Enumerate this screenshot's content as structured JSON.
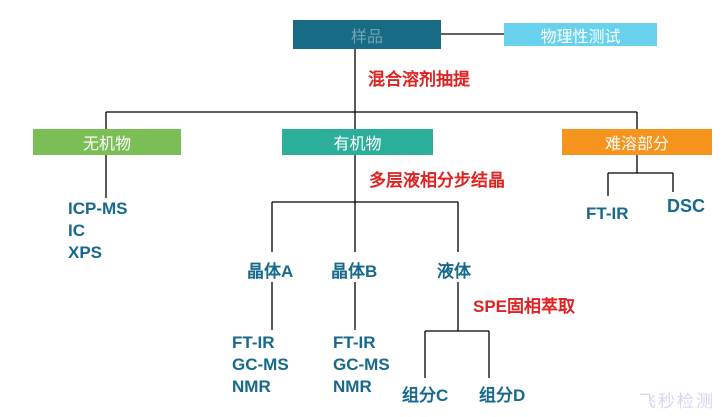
{
  "boxes": {
    "sample": "样品",
    "physical_test": "物理性测试",
    "inorganic": "无机物",
    "organic": "有机物",
    "insoluble": "难溶部分"
  },
  "annotations": {
    "solvent_extraction": "混合溶剂抽提",
    "fractional_crystallization": "多层液相分步结晶",
    "spe_extraction": "SPE固相萃取"
  },
  "leaves": {
    "crystal_a": "晶体A",
    "crystal_b": "晶体B",
    "liquid": "液体",
    "fraction_c": "组分C",
    "fraction_d": "组分D"
  },
  "methods": {
    "inorganic": [
      "ICP-MS",
      "IC",
      "XPS"
    ],
    "crystal_a": [
      "FT-IR",
      "GC-MS",
      "NMR"
    ],
    "crystal_b": [
      "FT-IR",
      "GC-MS",
      "NMR"
    ],
    "insoluble_ftir": "FT-IR",
    "insoluble_dsc": "DSC"
  },
  "watermark": "飞秒检测",
  "colors": {
    "sample_box": "#176B85",
    "sample_text": "#6FA6B5",
    "physical_test_box": "#68D2EE",
    "inorganic_box": "#7CBE56",
    "organic_box": "#2BAF9B",
    "insoluble_box": "#F7941E",
    "box_text": "#FFFFFF",
    "node_text": "#17698C",
    "annotation_text": "#E02222",
    "connector_line": "#000000",
    "watermark_text": "#DAD4F4",
    "background": "#FFFFFF"
  }
}
